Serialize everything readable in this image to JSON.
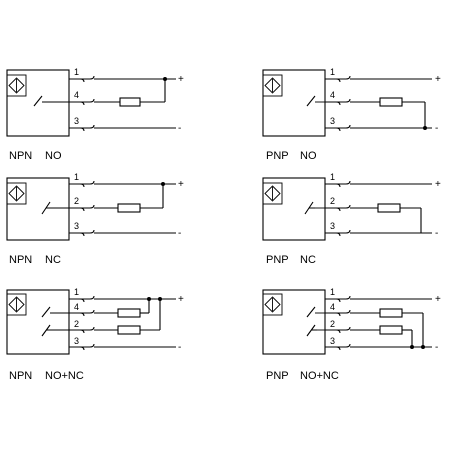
{
  "diagrams": [
    {
      "type": "NPN",
      "mode": "NO",
      "pins": [
        "1",
        "4",
        "3"
      ],
      "signs": [
        "+",
        "-"
      ]
    },
    {
      "type": "PNP",
      "mode": "NO",
      "pins": [
        "1",
        "4",
        "3"
      ],
      "signs": [
        "+",
        "-"
      ]
    },
    {
      "type": "NPN",
      "mode": "NC",
      "pins": [
        "1",
        "2",
        "3"
      ],
      "signs": [
        "+",
        "-"
      ]
    },
    {
      "type": "PNP",
      "mode": "NC",
      "pins": [
        "1",
        "2",
        "3"
      ],
      "signs": [
        "+",
        "-"
      ]
    },
    {
      "type": "NPN",
      "mode": "NO+NC",
      "pins": [
        "1",
        "4",
        "2",
        "3"
      ],
      "signs": [
        "+",
        "-"
      ]
    },
    {
      "type": "PNP",
      "mode": "NO+NC",
      "pins": [
        "1",
        "4",
        "2",
        "3"
      ],
      "signs": [
        "+",
        "-"
      ]
    }
  ]
}
